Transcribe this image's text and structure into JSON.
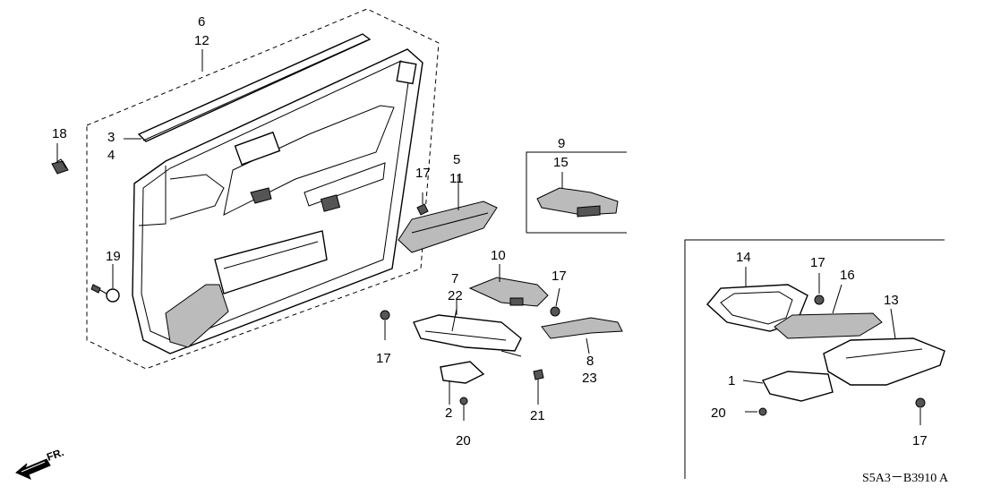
{
  "labels": {
    "l6": "6",
    "l12": "12",
    "l3": "3",
    "l4": "4",
    "l18": "18",
    "l19": "19",
    "l17a": "17",
    "l5": "5",
    "l11": "11",
    "l9": "9",
    "l15": "15",
    "l10": "10",
    "l7": "7",
    "l22": "22",
    "l17b": "17",
    "l17c": "17",
    "l8": "8",
    "l23": "23",
    "l2": "2",
    "l20a": "20",
    "l21": "21",
    "l14": "14",
    "l17d": "17",
    "l16": "16",
    "l13": "13",
    "l1": "1",
    "l20b": "20",
    "l17e": "17"
  },
  "direction_label": "FR.",
  "diagram_code": "S5A3－B3910 A"
}
